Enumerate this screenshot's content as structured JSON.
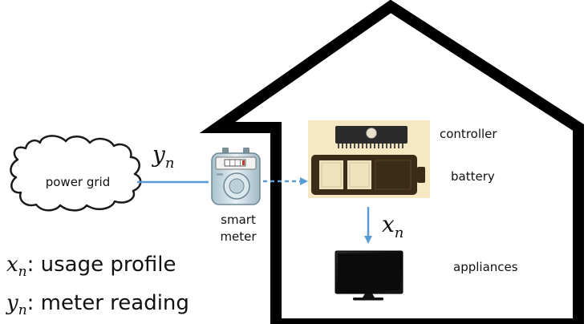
{
  "labels": {
    "power_grid": "power grid",
    "smart_meter_line1": "smart",
    "smart_meter_line2": "meter",
    "controller": "controller",
    "battery": "battery",
    "appliances": "appliances"
  },
  "edge_labels": {
    "grid_to_meter": {
      "var": "y",
      "sub": "n"
    },
    "battery_to_appliances": {
      "var": "x",
      "sub": "n"
    }
  },
  "legend": [
    {
      "var": "x",
      "sub": "n",
      "text": ": usage profile"
    },
    {
      "var": "y",
      "sub": "n",
      "text": ": meter reading"
    }
  ],
  "colors": {
    "house_outline": "#000000",
    "arrow": "#5b9bd5",
    "panel_background": "#f6e8c3",
    "battery_body": "#3b2b17",
    "meter_body": "#cfe0e8"
  },
  "icons": {
    "grid": "cloud-icon",
    "meter": "gas-meter-icon",
    "controller": "microchip-icon",
    "battery": "battery-icon",
    "appliances": "television-icon"
  }
}
